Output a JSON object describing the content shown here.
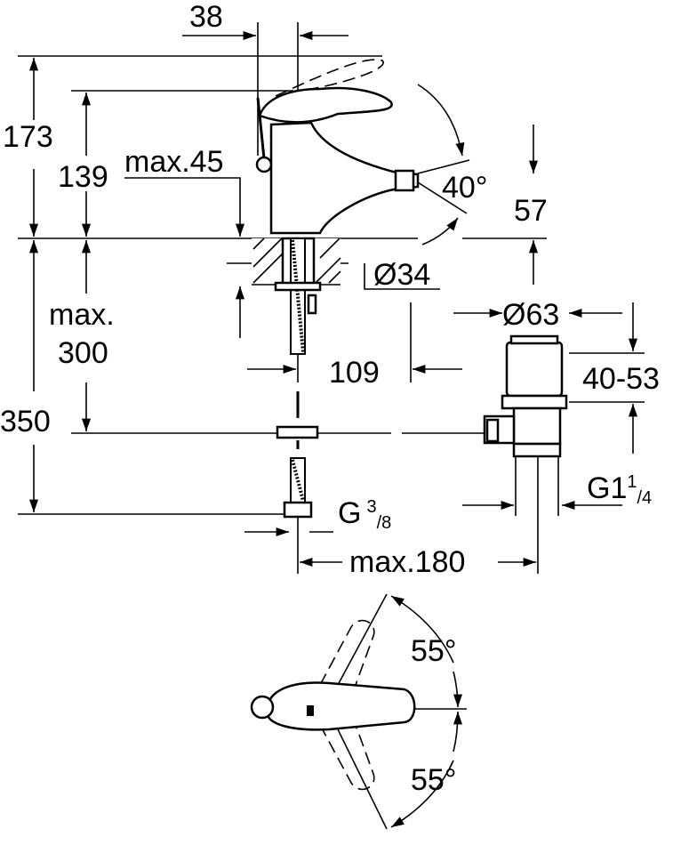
{
  "title": "Bidet mixer dimension drawing",
  "dimensions": {
    "d38": "38",
    "d173": "173",
    "d139": "139",
    "max45": "max.45",
    "angle40": "40°",
    "d57": "57",
    "dia34": "Ø34",
    "max300_line1": "max.",
    "max300_line2": "300",
    "dia63": "Ø63",
    "d109": "109",
    "d40_53": "40-53",
    "d350": "350",
    "g114": {
      "main": "G1",
      "sup": "1",
      "sub": "/4"
    },
    "g38": {
      "main": "G",
      "sup": "3",
      "sub": "/8"
    },
    "max180": "max.180",
    "angle55_top": "55°",
    "angle55_bottom": "55°"
  }
}
